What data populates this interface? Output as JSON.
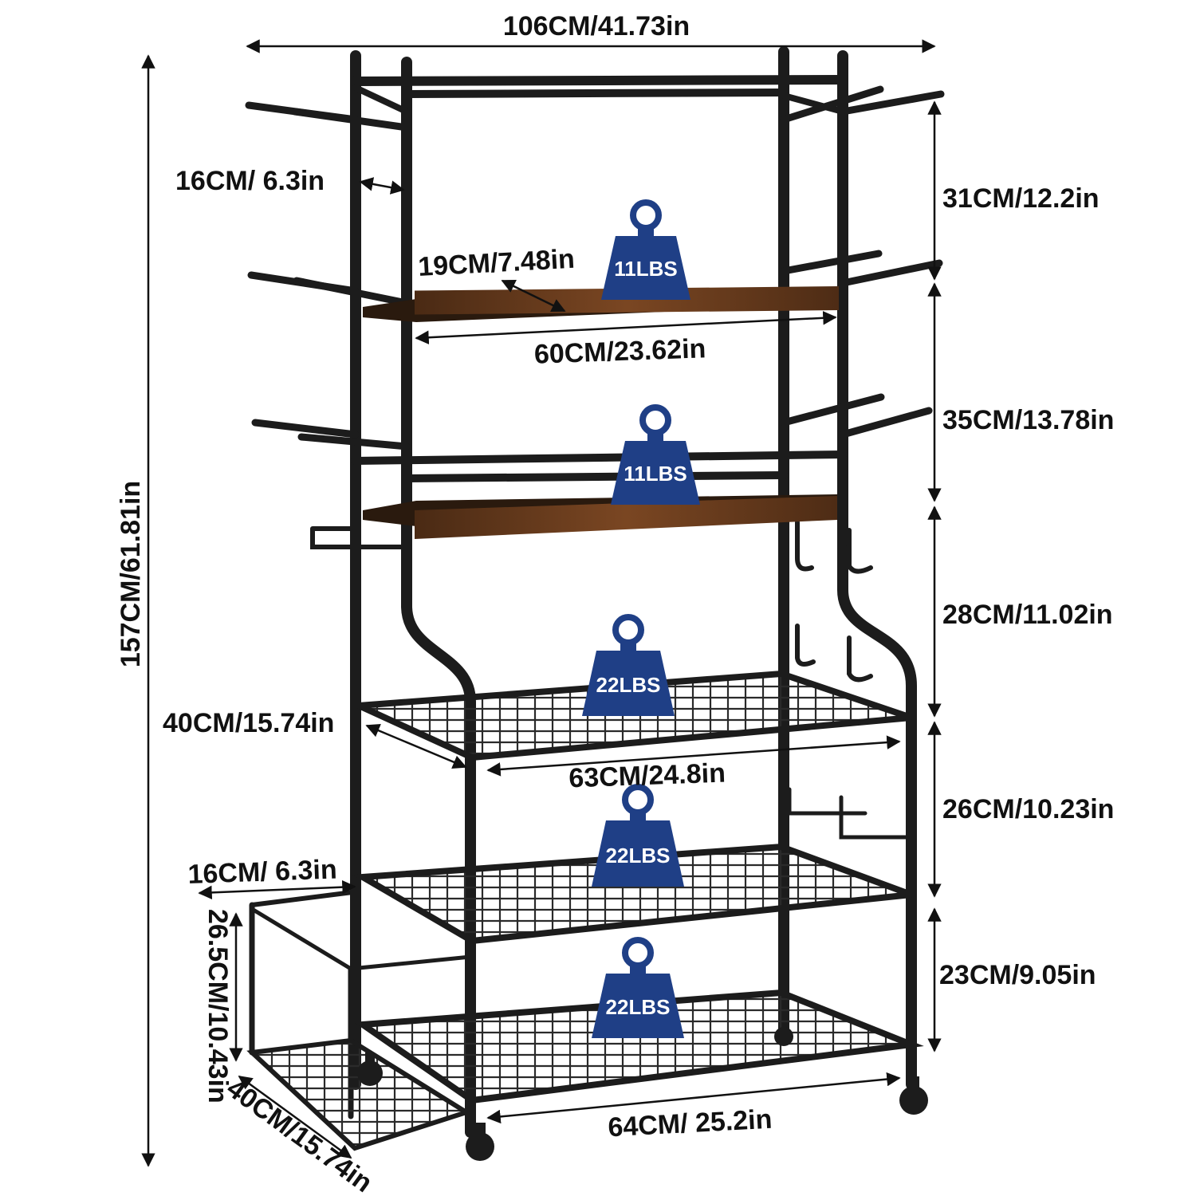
{
  "dimensions": {
    "width_total": "106CM/41.73in",
    "height_total": "157CM/61.81in",
    "hook_len_top": "16CM/ 6.3in",
    "hook_len_bottom": "16CM/ 6.3in",
    "shelf_depth_wood": "19CM/7.48in",
    "shelf_width_wood": "60CM/23.62in",
    "mesh_depth": "40CM/15.74in",
    "mesh_width": "63CM/24.8in",
    "base_width": "64CM/ 25.2in",
    "basket_height": "26.5CM/10.43in",
    "basket_width": "40CM/15.74in",
    "gap_1": "31CM/12.2in",
    "gap_2": "35CM/13.78in",
    "gap_3": "28CM/11.02in",
    "gap_4": "26CM/10.23in",
    "gap_5": "23CM/9.05in"
  },
  "weights": {
    "wood_top": "11LBS",
    "wood_mid": "11LBS",
    "mesh_top": "22LBS",
    "mesh_mid": "22LBS",
    "mesh_bottom": "22LBS"
  },
  "colors": {
    "frame": "#1c1c1c",
    "wood": "#6b3d1e",
    "weight_badge": "#1f3f86",
    "text": "#111111"
  }
}
